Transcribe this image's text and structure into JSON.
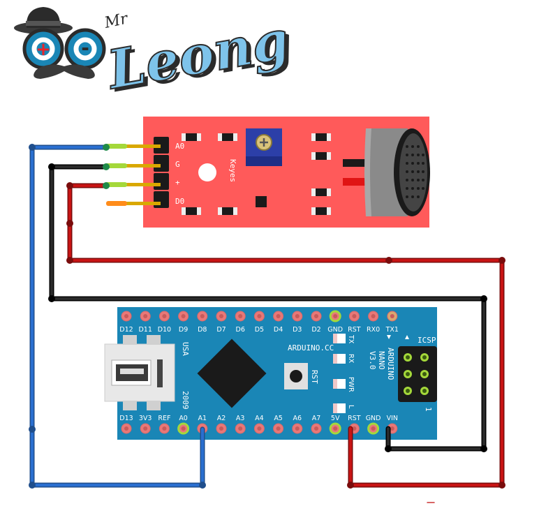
{
  "logo": {
    "prefix": "Mr",
    "name": "Leong",
    "plus": "+",
    "minus": "-"
  },
  "sensor_module": {
    "pins": [
      "A0",
      "G",
      "+",
      "D0"
    ],
    "brand": "Keyes"
  },
  "arduino": {
    "top_pins": [
      "D12",
      "D11",
      "D10",
      "D9",
      "D8",
      "D7",
      "D6",
      "D5",
      "D4",
      "D3",
      "D2",
      "GND",
      "RST",
      "RX0",
      "TX1"
    ],
    "bottom_pins": [
      "D13",
      "3V3",
      "REF",
      "A0",
      "A1",
      "A2",
      "A3",
      "A4",
      "A5",
      "A6",
      "A7",
      "5V",
      "RST",
      "GND",
      "VIN"
    ],
    "board_label": "ARDUINO.CC",
    "board_name": [
      "ARDUINO",
      "NANO",
      "V3.0"
    ],
    "icsp": "ICSP",
    "rst_button": "RST",
    "leds": [
      "TX",
      "RX",
      "PWR",
      "L"
    ],
    "usa": "USA",
    "year": "2009",
    "one": "1"
  },
  "colors": {
    "board": "#1a86b6",
    "module": "#ff5a5a",
    "wire_blue": "#2a6fd0",
    "wire_black": "#1a1a1a",
    "wire_red": "#c81414",
    "pin_pad": "#e87878"
  }
}
